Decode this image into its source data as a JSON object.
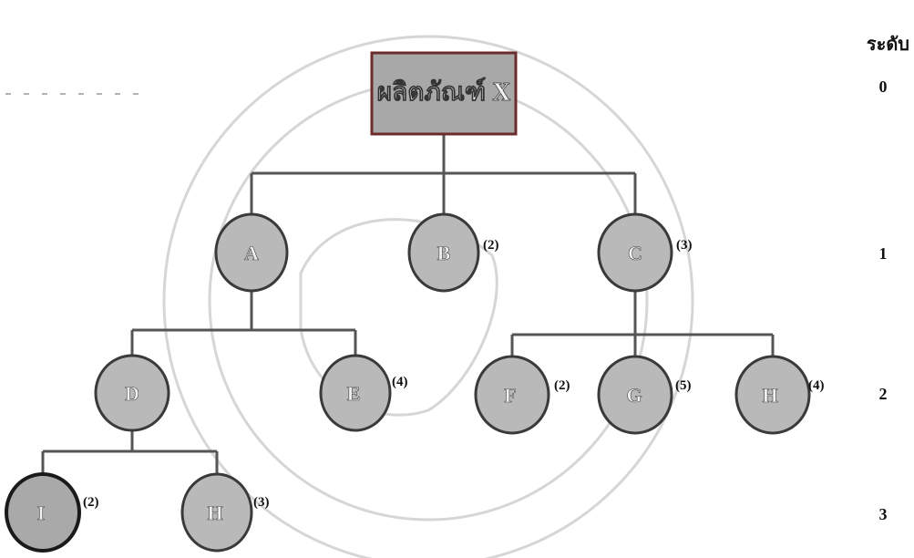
{
  "level_header": "ระดับ",
  "levels": [
    "0",
    "1",
    "2",
    "3"
  ],
  "root": {
    "label": "ผลิตภัณฑ์ X"
  },
  "nodes": {
    "A": {
      "label": "A",
      "qty": ""
    },
    "B_top": {
      "label": "B",
      "qty": "(2)"
    },
    "C": {
      "label": "C",
      "qty": "(3)"
    },
    "D": {
      "label": "D",
      "qty": ""
    },
    "E": {
      "label": "E",
      "qty": "(4)"
    },
    "F": {
      "label": "F",
      "qty": "(2)"
    },
    "G": {
      "label": "G",
      "qty": "(5)"
    },
    "H_right": {
      "label": "H",
      "qty": "(4)"
    },
    "I": {
      "label": "I",
      "qty": "(2)"
    },
    "H_bottom": {
      "label": "H",
      "qty": "(3)"
    }
  },
  "colors": {
    "node_fill": "#b9b9b9",
    "root_fill": "#a8a8a8",
    "edge": "#555555"
  }
}
